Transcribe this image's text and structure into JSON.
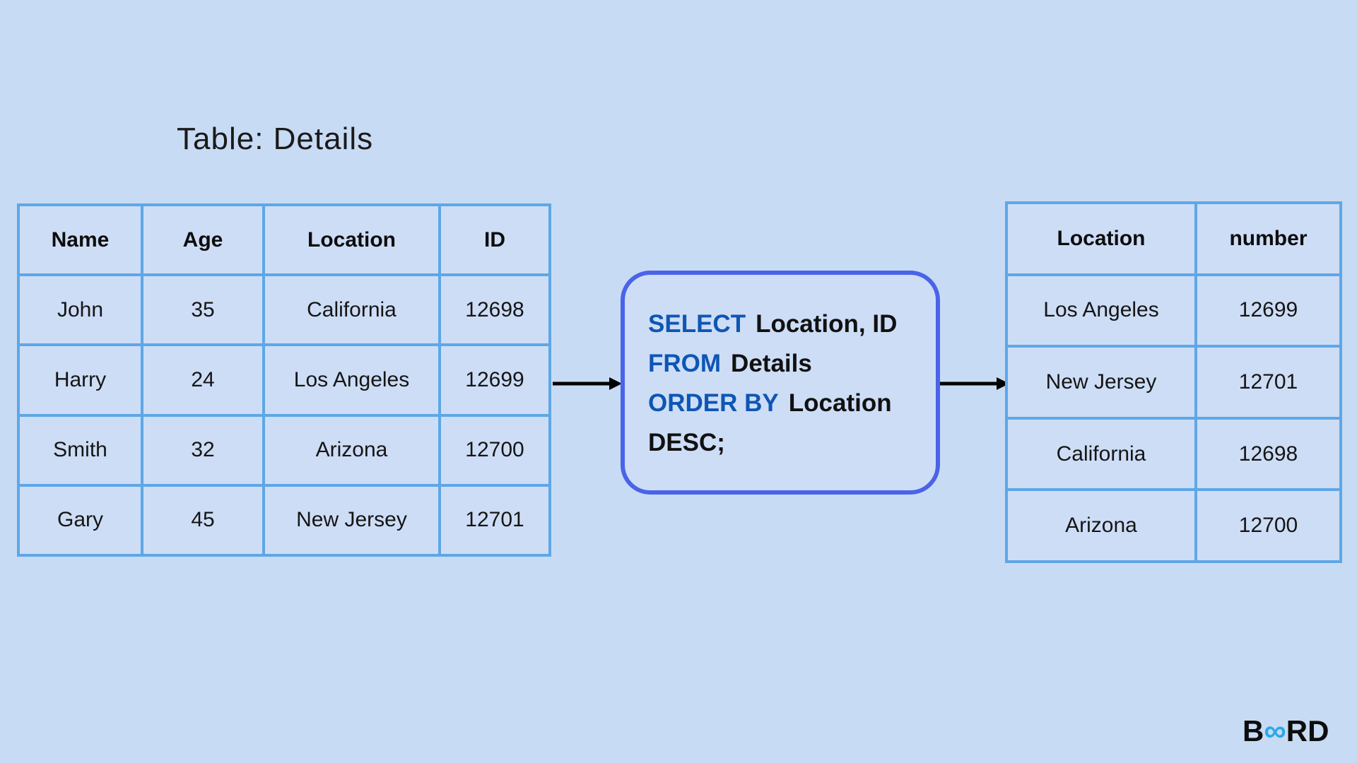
{
  "title": "Table: Details",
  "source_table": {
    "headers": [
      "Name",
      "Age",
      "Location",
      "ID"
    ],
    "rows": [
      [
        "John",
        "35",
        "California",
        "12698"
      ],
      [
        "Harry",
        "24",
        "Los Angeles",
        "12699"
      ],
      [
        "Smith",
        "32",
        "Arizona",
        "12700"
      ],
      [
        "Gary",
        "45",
        "New Jersey",
        "12701"
      ]
    ]
  },
  "query": {
    "lines": [
      {
        "keyword": "SELECT",
        "text": "Location, ID"
      },
      {
        "keyword": "FROM",
        "text": "Details"
      },
      {
        "keyword": "ORDER BY",
        "text": "Location"
      },
      {
        "keyword": "",
        "text": "DESC;"
      }
    ]
  },
  "result_table": {
    "headers": [
      "Location",
      "number"
    ],
    "rows": [
      [
        "Los Angeles",
        "12699"
      ],
      [
        "New Jersey",
        "12701"
      ],
      [
        "California",
        "12698"
      ],
      [
        "Arizona",
        "12700"
      ]
    ]
  },
  "logo": {
    "prefix": "B",
    "infinity": "∞",
    "suffix": "RD"
  },
  "colors": {
    "background": "#c8dbf4",
    "table_border": "#5ea7e6",
    "query_border": "#4a63e8",
    "keyword_blue": "#0e56b4",
    "logo_cyan": "#2aa9e8",
    "text": "#151515"
  }
}
